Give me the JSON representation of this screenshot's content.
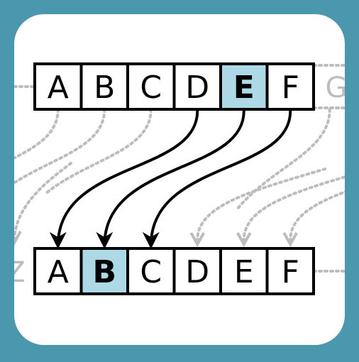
{
  "colors": {
    "frame": "#4b97ae",
    "card": "#ffffff",
    "highlight": "#add8e6",
    "ink": "#000000",
    "faded": "#bdbdbd"
  },
  "top_row": {
    "letters": [
      "A",
      "B",
      "C",
      "D",
      "E",
      "F"
    ],
    "highlighted_letter": "E",
    "trailing_ghost_letter": "G"
  },
  "bottom_row": {
    "letters": [
      "A",
      "B",
      "C",
      "D",
      "E",
      "F"
    ],
    "highlighted_letter": "B",
    "leading_ghost_letter": "Z"
  },
  "shift": 3
}
